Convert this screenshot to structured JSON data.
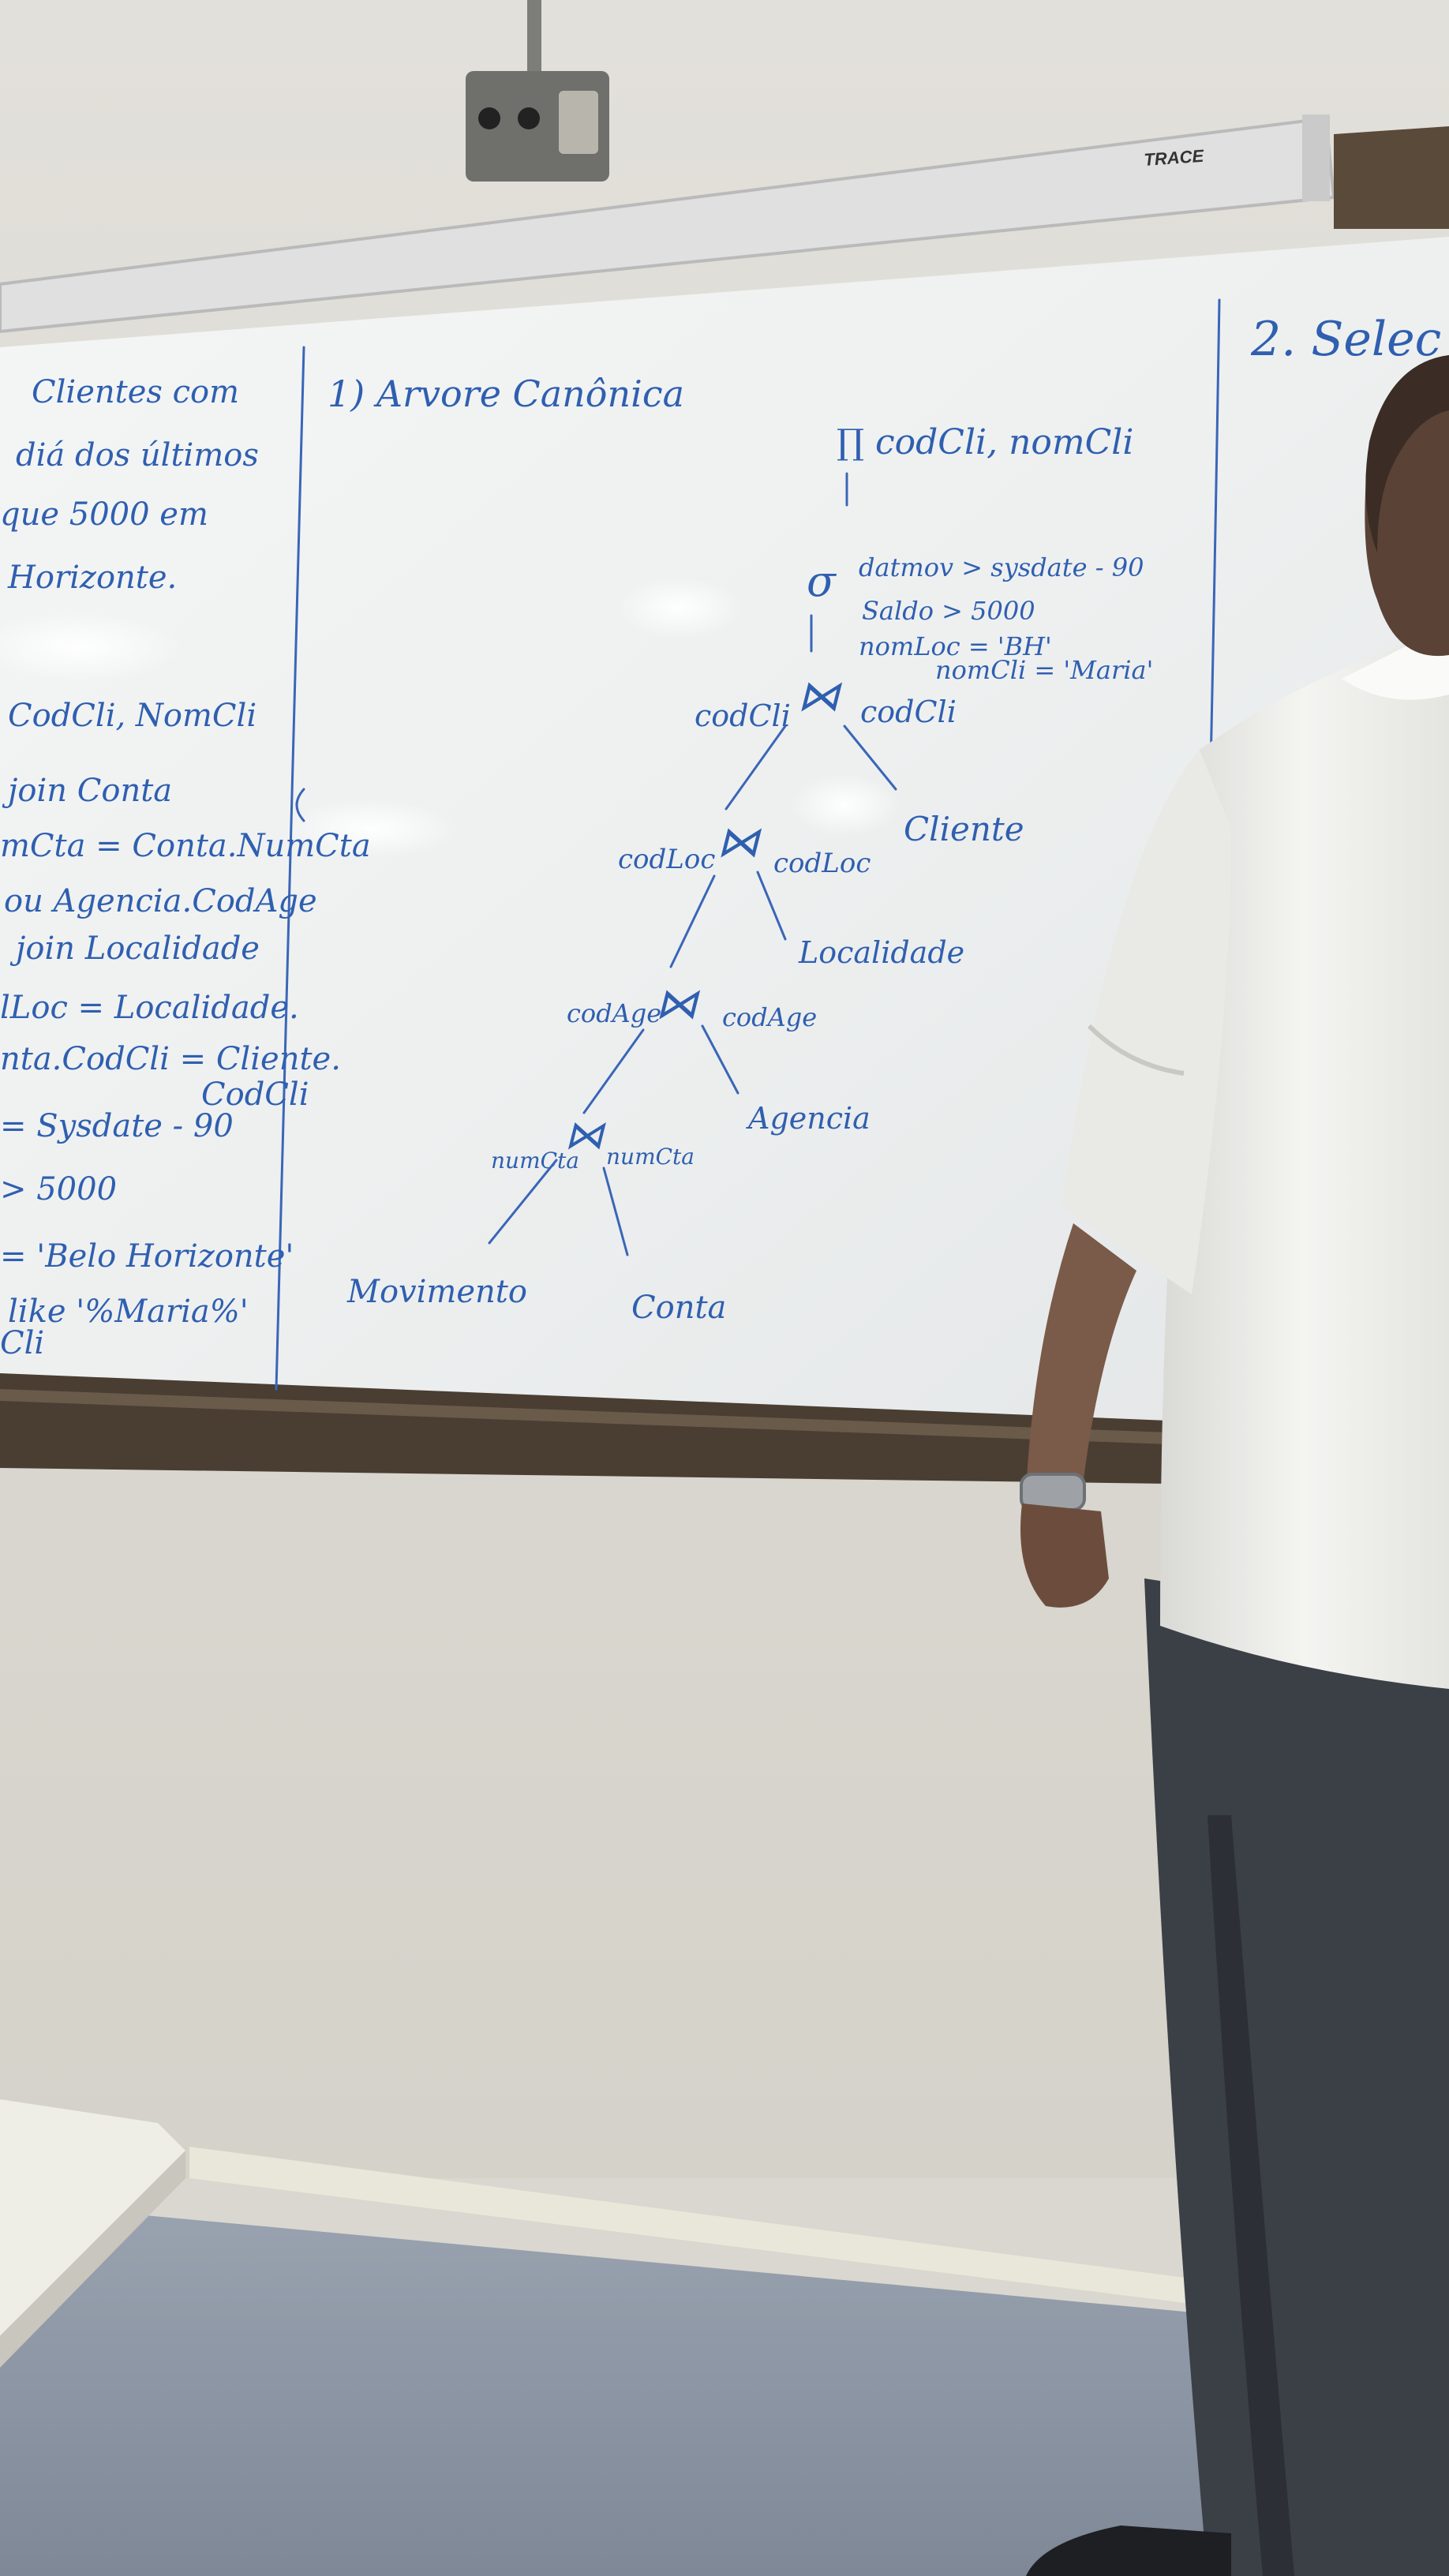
{
  "colors": {
    "wall": "#dddbd3",
    "whiteboard": "#f1f3f3",
    "board_frame": "#4a3e33",
    "ink": "#2f5fb0",
    "floor": "#8d97a6",
    "shirt": "#f2f2ef",
    "jeans": "#3b3f46"
  },
  "projector_screen": {
    "brand": "TRACE"
  },
  "left_notes": {
    "lines": [
      "Clientes com",
      "diá dos últimos",
      "que 5000 em",
      "Horizonte.",
      "CodCli, NomCli",
      "join Conta",
      "mCta = Conta.NumCta",
      "ou Agencia.CodAge",
      "join Localidade",
      "lLoc = Localidade.",
      "nta.CodCli = Cliente.",
      "CodCli",
      "= Sysdate - 90",
      "> 5000",
      "= 'Belo Horizonte'",
      "like '%Maria%'",
      "Cli"
    ]
  },
  "tree": {
    "heading": "1) Arvore Canônica",
    "projection": "∏ codCli, nomCli",
    "selection_symbol": "σ",
    "selection_conditions": [
      "datmov > sysdate - 90",
      "Saldo > 5000",
      "nomLoc = 'BH'",
      "nomCli = 'Maria'"
    ],
    "join_symbol": "⋈",
    "joins": [
      {
        "left_attr": "codCli",
        "right_attr": "codCli",
        "right_table": "Cliente"
      },
      {
        "left_attr": "codLoc",
        "right_attr": "codLoc",
        "right_table": "Localidade"
      },
      {
        "left_attr": "codAge",
        "right_attr": "codAge",
        "right_table": "Agencia"
      },
      {
        "left_attr": "numCta",
        "right_attr": "numCta",
        "right_table": "Conta"
      }
    ],
    "leaf_left": "Movimento"
  },
  "right_notes": {
    "heading": "2. Selec"
  }
}
